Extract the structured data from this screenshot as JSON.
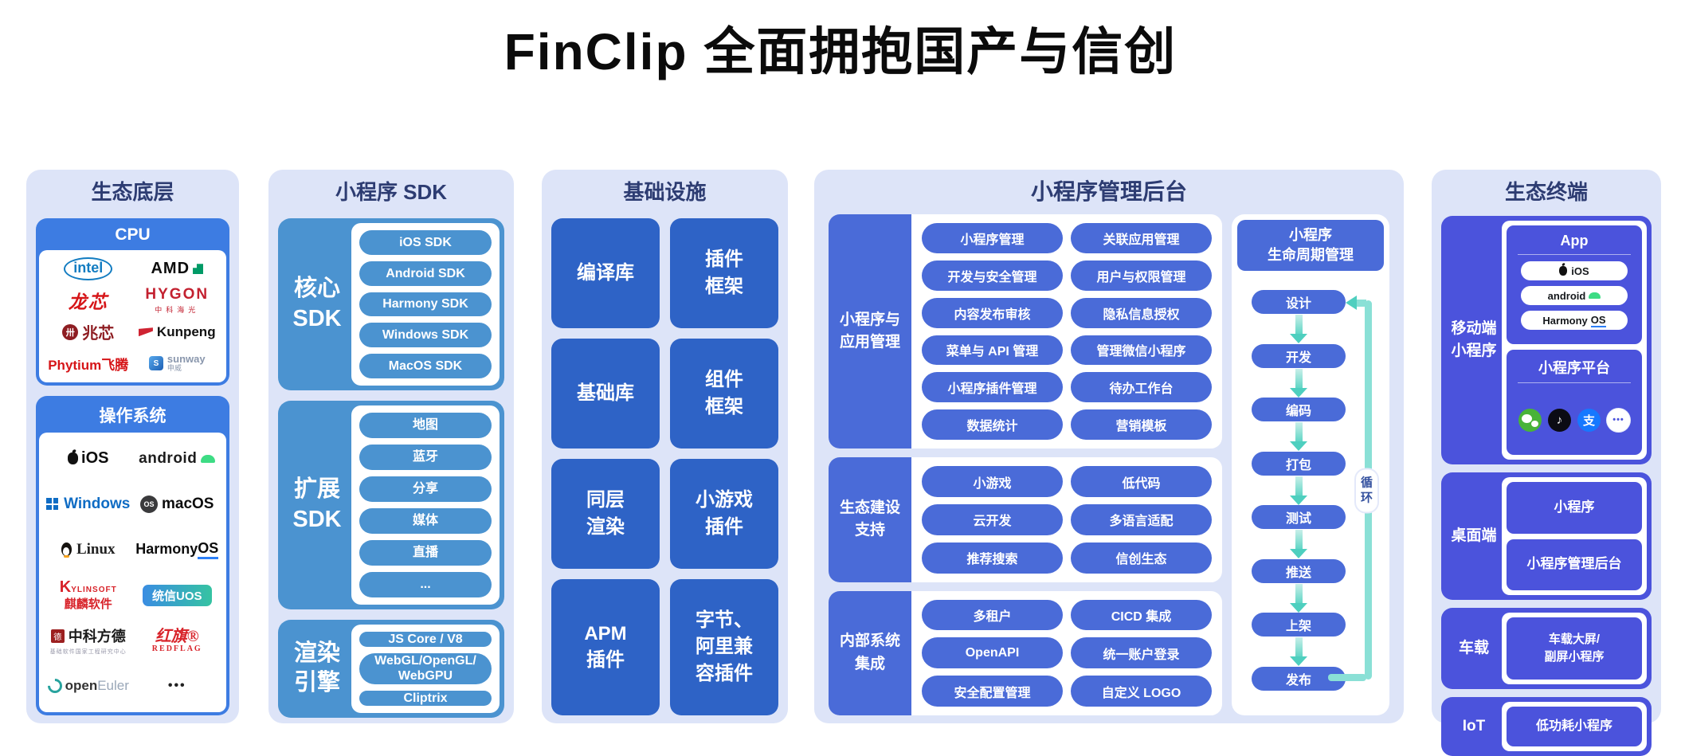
{
  "page_title": "FinClip 全面拥抱国产与信创",
  "eco_base": {
    "header": "生态底层",
    "cpu": {
      "header": "CPU",
      "intel": "intel",
      "amd": "AMD",
      "loongson": "龙芯",
      "hygon": "HYGON",
      "hygon_sub": "中科海光",
      "zhaoxin_mark": "卅",
      "zhaoxin": "兆芯",
      "kunpeng": "Kunpeng",
      "phytium": "Phytium飞腾",
      "sunway_mark": "S",
      "sunway": "sunway",
      "sunway_sub": "申威"
    },
    "os": {
      "header": "操作系统",
      "ios": "iOS",
      "android": "android",
      "windows": "Windows",
      "macos_badge": "OS",
      "macos": "macOS",
      "linux": "Linux",
      "harmony_a": "Harmony",
      "harmony_b": "OS",
      "kylin_k": "K",
      "kylin_rest": "YLINSOFT",
      "kylin_sub": "麒麟软件",
      "uos": "统信UOS",
      "fangde_seal": "德",
      "fangde": "中科方德",
      "fangde_sub": "基础软件国家工程研究中心",
      "redflag": "红旗®",
      "redflag_sub": "REDFLAG",
      "open": "open",
      "euler": "Euler",
      "more": "•••"
    }
  },
  "sdk": {
    "header": "小程序 SDK",
    "core": {
      "label": "核心\nSDK",
      "items": [
        "iOS SDK",
        "Android SDK",
        "Harmony SDK",
        "Windows SDK",
        "MacOS SDK"
      ]
    },
    "ext": {
      "label": "扩展\nSDK",
      "items": [
        "地图",
        "蓝牙",
        "分享",
        "媒体",
        "直播",
        "..."
      ]
    },
    "render": {
      "label": "渲染\n引擎",
      "items": [
        "JS Core / V8",
        "WebGL/OpenGL/\nWebGPU",
        "Cliptrix"
      ]
    }
  },
  "infra": {
    "header": "基础设施",
    "blocks": [
      "编译库",
      "插件\n框架",
      "基础库",
      "组件\n框架",
      "同层\n渲染",
      "小游戏\n插件",
      "APM\n插件",
      "字节、\n阿里兼\n容插件"
    ]
  },
  "admin": {
    "header": "小程序管理后台",
    "groups": [
      {
        "label": "小程序与\n应用管理",
        "items": [
          "小程序管理",
          "关联应用管理",
          "开发与安全管理",
          "用户与权限管理",
          "内容发布审核",
          "隐私信息授权",
          "菜单与 API 管理",
          "管理微信小程序",
          "小程序插件管理",
          "待办工作台",
          "数据统计",
          "营销模板"
        ]
      },
      {
        "label": "生态建设\n支持",
        "items": [
          "小游戏",
          "低代码",
          "云开发",
          "多语言适配",
          "推荐搜索",
          "信创生态"
        ]
      },
      {
        "label": "内部系统\n集成",
        "items": [
          "多租户",
          "CICD 集成",
          "OpenAPI",
          "统一账户登录",
          "安全配置管理",
          "自定义 LOGO"
        ]
      }
    ]
  },
  "lifecycle": {
    "header": "小程序\n生命周期管理",
    "steps": [
      "设计",
      "开发",
      "编码",
      "打包",
      "测试",
      "推送",
      "上架",
      "发布"
    ],
    "loop_label": "循环"
  },
  "terminal": {
    "header": "生态终端",
    "mobile": {
      "label": "移动端\n小程序",
      "app": {
        "title": "App",
        "ios": "iOS",
        "android": "android",
        "harmony_a": "Harmony",
        "harmony_b": "OS"
      },
      "platform": {
        "title": "小程序平台",
        "tiktok_note": "♪",
        "alipay": "支",
        "more": "•••"
      }
    },
    "desktop": {
      "label": "桌面端",
      "items": [
        "小程序",
        "小程序管理后台"
      ]
    },
    "car": {
      "label": "车载",
      "item": "车载大屏/\n副屏小程序"
    },
    "iot": {
      "label": "IoT",
      "item": "低功耗小程序"
    }
  },
  "colors": {
    "panel_bg": "#dde4f8",
    "navy_text": "#2d3c72",
    "cpu_band_blue": "#3d7ce2",
    "sdk_blue": "#4b93d0",
    "infra_blue": "#2e63c6",
    "admin_indigo": "#4a6bd8",
    "terminal_indigo": "#4b53dc",
    "arrow_teal": "#4ecfbf"
  }
}
